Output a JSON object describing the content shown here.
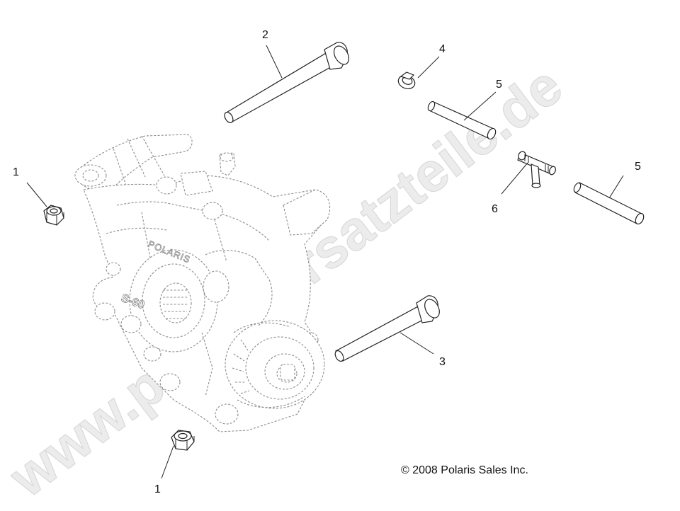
{
  "watermark": "www.polarisersatzteile.de",
  "copyright": "© 2008 Polaris Sales Inc.",
  "housing_marks": {
    "brand": "POLARIS",
    "model": "S-60"
  },
  "callouts": {
    "nut_upper": "1",
    "nut_lower": "1",
    "bolt_long": "2",
    "bolt_short": "3",
    "clamp": "4",
    "hose_upper": "5",
    "hose_right": "5",
    "tee_fitting": "6"
  }
}
